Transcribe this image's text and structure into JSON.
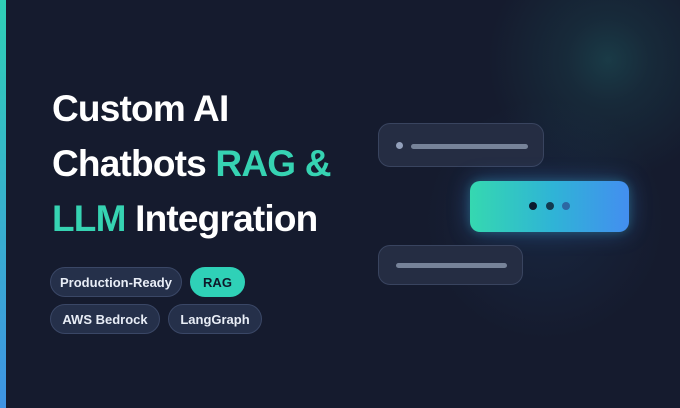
{
  "headline": {
    "line_1": "Custom AI",
    "line_2_prefix": "Chatbots ",
    "line_2_highlight": "RAG &",
    "line_3_highlight": "LLM",
    "line_3_suffix": " Integration"
  },
  "tags": [
    {
      "label": "Production-Ready",
      "state": "default"
    },
    {
      "label": "RAG",
      "state": "active"
    },
    {
      "label": "AWS Bedrock",
      "state": "default"
    },
    {
      "label": "LangGraph",
      "state": "default"
    }
  ],
  "chat_illustration": {
    "message_state_middle": "typing"
  },
  "colors": {
    "background": "#151b2e",
    "accent_teal": "#36d3b2",
    "accent_blue": "#438ef0",
    "chip_background": "#25304a",
    "bubble_gray": "#252d43"
  },
  "icons": {
    "typing_indicator": "typing-dots-icon"
  }
}
